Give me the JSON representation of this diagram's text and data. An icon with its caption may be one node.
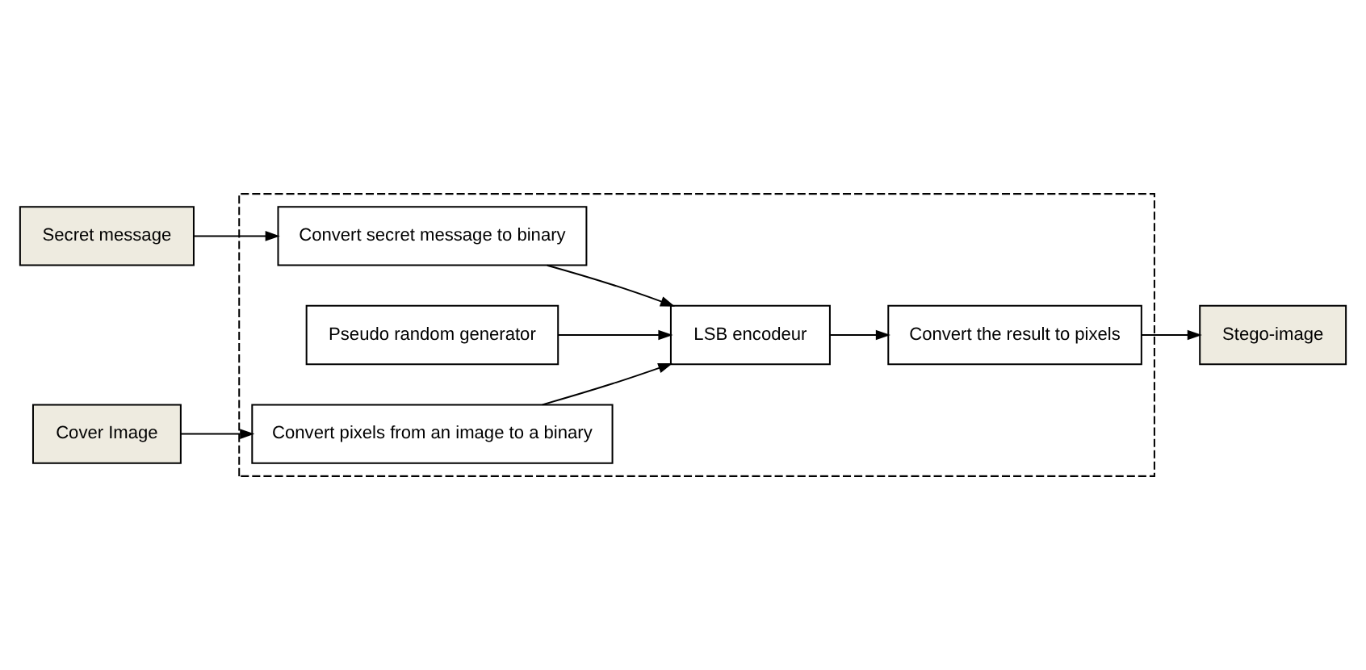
{
  "diagram": {
    "nodes": [
      {
        "text": [
          "Secret message"
        ]
      },
      {
        "text": [],
        "shape": "box"
      },
      {
        "text": [
          "Convert secret message to binary"
        ],
        "in": 1
      },
      {
        "text": [
          "Pseudo random generator"
        ],
        "in": 1
      },
      {
        "text": [
          "LSB encodeur"
        ],
        "in": 1
      },
      {
        "text": [
          "Cover Image"
        ]
      },
      {
        "text": [
          "Convert pixels from an image to a binary"
        ],
        "in": 1
      },
      {
        "text": [
          "Convert the result to pixels"
        ],
        "in": 1
      },
      {
        "text": [
          "Stego-image"
        ]
      }
    ],
    "edges": [
      {
        "from": 0,
        "to": 2,
        "arrow": "to"
      },
      {
        "from": 5,
        "to": 6,
        "arrow": "to"
      },
      {
        "from": 2,
        "to": 4,
        "arrow": "to"
      },
      {
        "from": 3,
        "to": 4,
        "arrow": "to"
      },
      {
        "from": 6,
        "to": 4,
        "arrow": "to"
      },
      {
        "from": 4,
        "to": 7,
        "arrow": "to"
      },
      {
        "from": 7,
        "to": 8,
        "arrow": "to"
      }
    ]
  }
}
